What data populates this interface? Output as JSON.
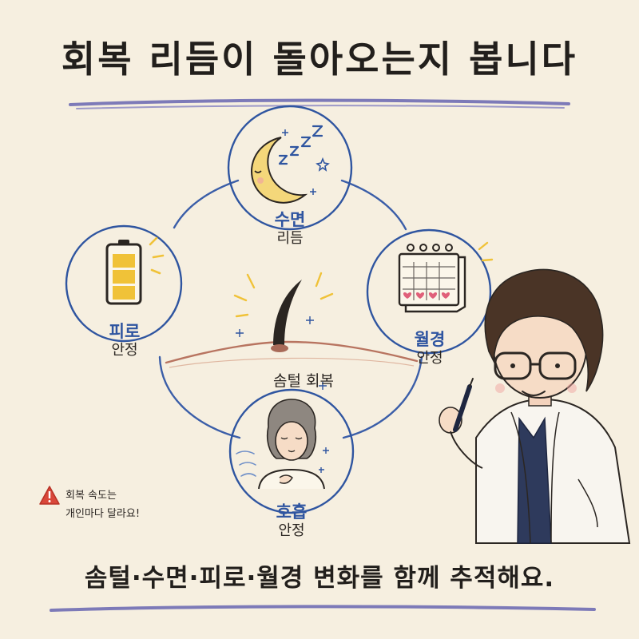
{
  "title": "회복 리듬이 돌아오는지 봅니다",
  "center": {
    "label": "솜털 회복"
  },
  "nodes": {
    "sleep": {
      "label": "수면",
      "sub": "리듬"
    },
    "fatigue": {
      "label": "피로",
      "sub": "안정"
    },
    "period": {
      "label": "월경",
      "sub": "안정"
    },
    "breath": {
      "label": "호흡",
      "sub": "안정"
    }
  },
  "warning": {
    "line1": "회복 속도는",
    "line2": "개인마다 달라요!"
  },
  "footer": "솜털·수면·피로·월경 변화를 함께 추적해요.",
  "colors": {
    "background": "#f6efe0",
    "accent_blue": "#2f55a0",
    "battery": "#f0c238",
    "moon": "#f4d77a",
    "heart": "#e0607a",
    "warning": "#d9473a",
    "underline": "#7d7ab8"
  },
  "icons": {
    "sleep": "moon-icon",
    "fatigue": "battery-icon",
    "period": "calendar-icon",
    "breath": "breathing-person-icon",
    "center": "hair-strand-icon",
    "warning": "warning-icon",
    "character": "doctor-illustration"
  }
}
